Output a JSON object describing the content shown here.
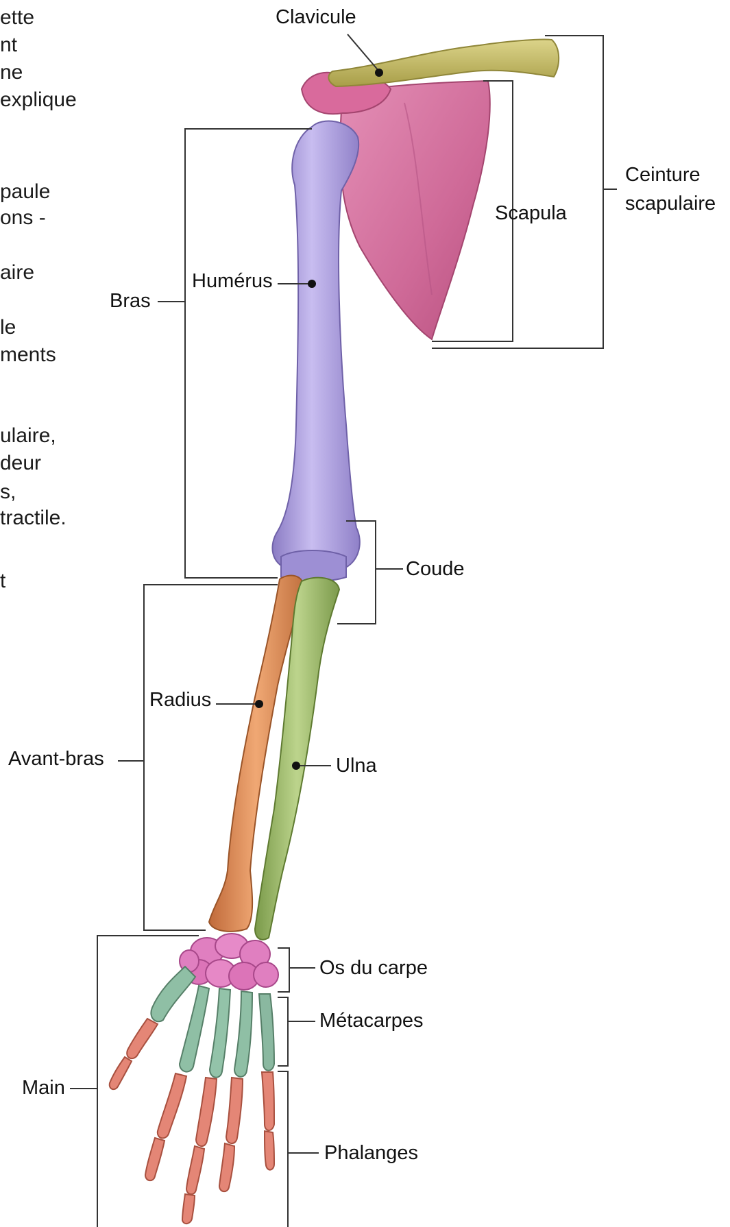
{
  "text_fragments": [
    "ette",
    "nt",
    "ne",
    "explique",
    "paule",
    "ons -",
    "aire",
    "le",
    "ments",
    "ulaire,",
    "deur",
    "s,",
    "tractile.",
    "t"
  ],
  "labels": {
    "clavicule": "Clavicule",
    "ceinture_line1": "Ceinture",
    "ceinture_line2": "scapulaire",
    "scapula": "Scapula",
    "humerus": "Humérus",
    "bras": "Bras",
    "coude": "Coude",
    "radius": "Radius",
    "ulna": "Ulna",
    "avant_bras": "Avant-bras",
    "carpe": "Os du carpe",
    "metacarpes": "Métacarpes",
    "main": "Main",
    "phalanges": "Phalanges"
  },
  "colors": {
    "clavicle": "#c8c070",
    "scapula": "#d4709e",
    "humerus": "#a99ad6",
    "radius": "#d98a58",
    "ulna": "#9cb56a",
    "carpals": "#e07fc0",
    "metacarpals": "#8fbfa5",
    "phalanges": "#e48676",
    "leader": "#333333"
  }
}
